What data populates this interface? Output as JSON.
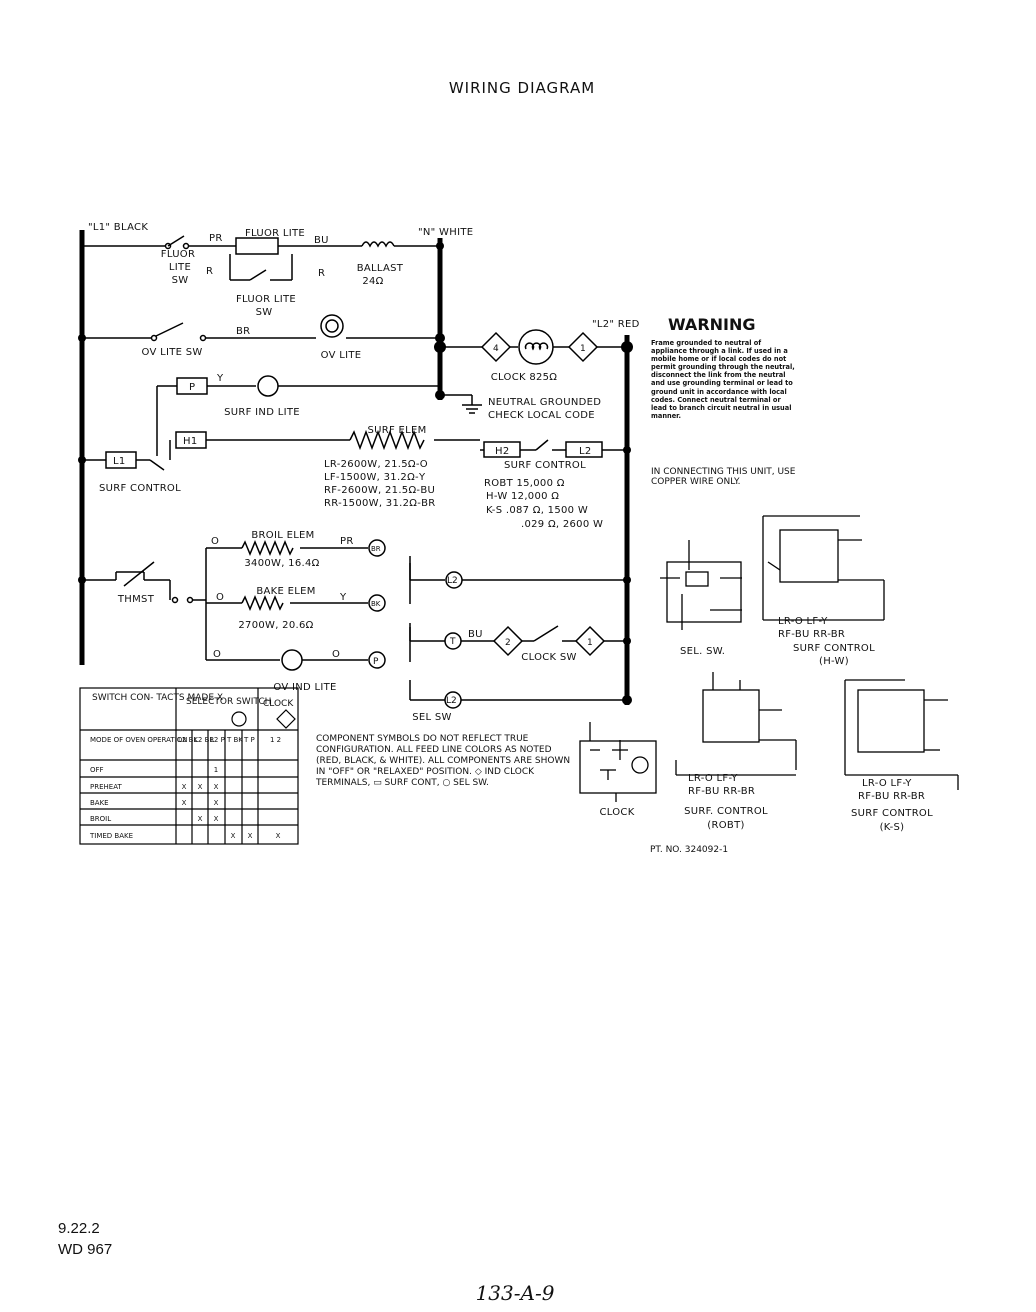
{
  "title": "WIRING DIAGRAM",
  "supply": {
    "l1": "\"L1\" BLACK",
    "n": "\"N\" WHITE",
    "l2": "\"L2\" RED"
  },
  "wires": {
    "pr": "PR",
    "bu": "BU",
    "r": "R",
    "br": "BR",
    "y": "Y",
    "o": "O",
    "bk": "BK",
    "t": "T",
    "p": "P"
  },
  "components": {
    "fluor_lite_sw": [
      "FLUOR",
      "LITE",
      "SW"
    ],
    "fluor_lite": "FLUOR LITE",
    "fluor_lite_sw2": [
      "FLUOR LITE",
      "SW"
    ],
    "ballast": [
      "BALLAST",
      "24Ω"
    ],
    "ov_lite_sw": "OV LITE SW",
    "ov_lite": "OV LITE",
    "clock": "CLOCK 825Ω",
    "neutral": [
      "NEUTRAL GROUNDED",
      "CHECK LOCAL CODE"
    ],
    "surf_ind_lite": "SURF IND LITE",
    "surf_elem": "SURF ELEM",
    "elem_ratings": [
      "LR-2600W, 21.5Ω-O",
      "LF-1500W, 31.2Ω-Y",
      "RF-2600W, 21.5Ω-BU",
      "RR-1500W, 31.2Ω-BR"
    ],
    "surf_control": "SURF CONTROL",
    "surf_control_left": "SURF CONTROL",
    "robt_specs": [
      "ROBT  15,000 Ω",
      "H-W   12,000 Ω",
      "K-S  .087 Ω, 1500 W",
      ".029 Ω, 2600 W"
    ],
    "broil_elem": [
      "BROIL ELEM",
      "3400W, 16.4Ω"
    ],
    "bake_elem": [
      "BAKE ELEM",
      "2700W, 20.6Ω"
    ],
    "thmst": "THMST",
    "clock_sw": "CLOCK SW",
    "ov_ind_lite": "OV IND LITE",
    "sel_sw": "SEL SW",
    "terminals": {
      "l1": "L1",
      "h1": "H1",
      "h2": "H2",
      "l2": "L2",
      "p": "P",
      "t": "T",
      "br": "BR",
      "bk": "BK",
      "n4": "4",
      "n1": "1",
      "n2": "2"
    }
  },
  "warning": {
    "title": "WARNING",
    "body": "Frame grounded to neutral of appliance through a link. If used in a mobile home or if local codes do not permit grounding through the neutral, disconnect the link from the neutral and use grounding terminal or lead to ground unit in accordance with local codes. Connect neutral terminal or lead to branch circuit neutral in usual manner.",
    "copper": "IN CONNECTING THIS UNIT, USE COPPER WIRE ONLY."
  },
  "table": {
    "header": [
      "SWITCH CON- TACTS MADE X",
      "SELECTOR SWITCH",
      "CLOCK"
    ],
    "subheader": [
      "MODE OF OVEN OPERATION",
      "L2 BK",
      "L2 BR",
      "L2 P",
      "T BK",
      "T P",
      "1 2"
    ],
    "rows": [
      {
        "mode": "OFF",
        "marks": [
          "",
          "",
          "",
          "",
          "",
          ""
        ]
      },
      {
        "mode": "PREHEAT",
        "marks": [
          "X",
          "X",
          "X",
          "",
          "",
          ""
        ]
      },
      {
        "mode": "BAKE",
        "marks": [
          "X",
          "",
          "X",
          "",
          "",
          ""
        ]
      },
      {
        "mode": "BROIL",
        "marks": [
          "",
          "X",
          "X",
          "",
          "",
          ""
        ]
      },
      {
        "mode": "TIMED BAKE",
        "marks": [
          "",
          "",
          "",
          "X",
          "X",
          "X"
        ]
      }
    ],
    "off_mark": "1"
  },
  "note": "COMPONENT SYMBOLS DO NOT REFLECT TRUE CONFIGURATION. ALL FEED LINE COLORS AS NOTED (RED, BLACK, & WHITE). ALL COMPONENTS ARE SHOWN IN \"OFF\" OR \"RELAXED\" POSITION. ◇ IND CLOCK TERMINALS, ▭ SURF CONT, ○ SEL SW.",
  "details": {
    "sel_sw": "SEL. SW.",
    "clock": "CLOCK",
    "hw": {
      "codes": [
        "LR-O  LF-Y",
        "RF-BU  RR-BR"
      ],
      "title": [
        "SURF CONTROL",
        "(H-W)"
      ]
    },
    "robt": {
      "codes": [
        "LR-O  LF-Y",
        "RF-BU  RR-BR"
      ],
      "title": [
        "SURF. CONTROL",
        "(ROBT)"
      ]
    },
    "ks": {
      "codes": [
        "LR-O  LF-Y",
        "RF-BU  RR-BR"
      ],
      "title": [
        "SURF CONTROL",
        "(K-S)"
      ]
    }
  },
  "part_no": "PT. NO. 324092-1",
  "footer": {
    "line1": "9.22.2",
    "line2": "WD 967",
    "handwritten": "133-A-9"
  }
}
